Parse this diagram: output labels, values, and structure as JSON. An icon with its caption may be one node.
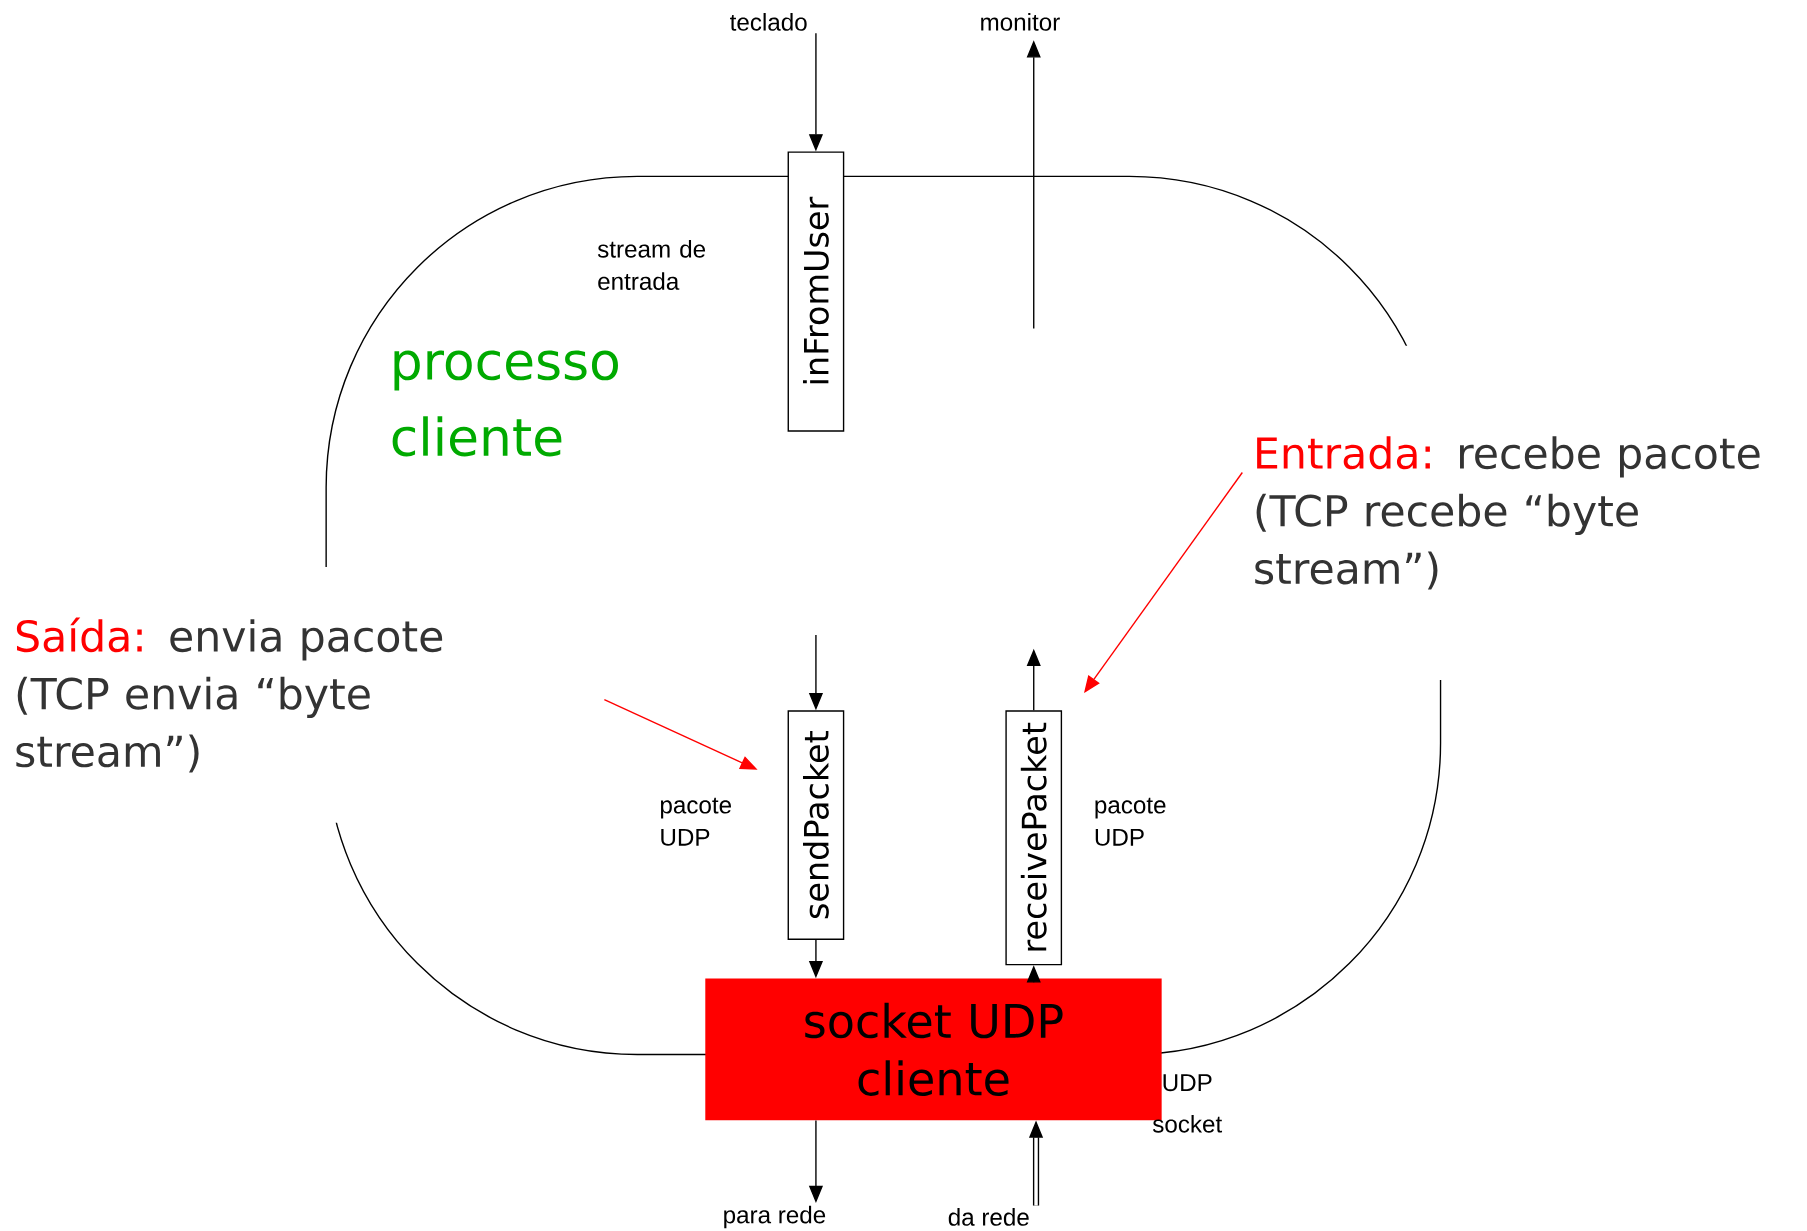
{
  "diagram": {
    "nodes": [
      {
        "text": [
          "processo cliente"
        ]
      },
      {
        "text": [
          "teclado"
        ]
      },
      {
        "text": [
          "monitor"
        ]
      },
      {
        "text": [
          "inFromUser"
        ]
      },
      {
        "text": [
          "sendPacket"
        ],
        "in": 0
      },
      {
        "text": [
          "receivePacket"
        ],
        "in": 0
      },
      {
        "text": [
          "socket UDP cliente"
        ]
      },
      {
        "text": [
          "para rede"
        ]
      },
      {
        "text": [
          "da rede"
        ]
      },
      {
        "text": [
          "Saída:",
          "envia pacote (TCP envia “byte stream”)"
        ]
      },
      {
        "text": [
          "Entrada:",
          "recebe pacote (TCP recebe “byte stream”)"
        ]
      }
    ],
    "edges": [
      {
        "from": 1,
        "to": 3,
        "arrow": "to"
      },
      {
        "from": null,
        "to": 2,
        "arrow": "to"
      },
      {
        "from": null,
        "to": 4,
        "arrow": "to"
      },
      {
        "from": 4,
        "to": 6,
        "arrow": "to"
      },
      {
        "from": 6,
        "to": 5,
        "arrow": "to"
      },
      {
        "from": 5,
        "to": null,
        "arrow": "to"
      },
      {
        "from": 6,
        "to": 7,
        "arrow": "to"
      },
      {
        "from": 8,
        "to": 6,
        "arrow": "to",
        "style": "thick"
      },
      {
        "from": 9,
        "to": 4,
        "arrow": "to",
        "color": "#ff0000"
      },
      {
        "from": 10,
        "to": 5,
        "arrow": "to",
        "color": "#ff0000"
      }
    ],
    "labels": [
      "stream de entrada",
      "pacote UDP",
      "pacote UDP",
      "UDP socket"
    ]
  }
}
